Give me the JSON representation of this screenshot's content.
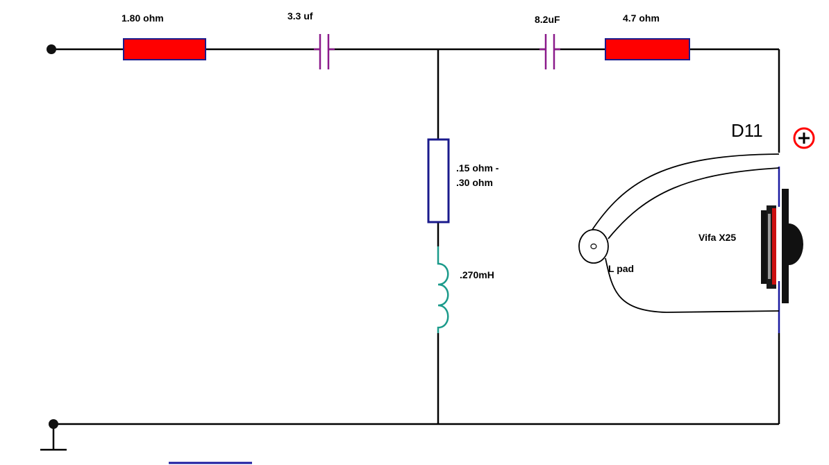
{
  "labels": {
    "r1": "1.80 ohm",
    "c1": "3.3 uf",
    "c2": "8.2uF",
    "r2": "4.7 ohm",
    "r3_line1": ".15 ohm -",
    "r3_line2": ".30 ohm",
    "inductor": ".270mH",
    "driver_id": "D11",
    "driver_name": "Vifa X25",
    "lpad": "L pad",
    "polarity": "+"
  },
  "colors": {
    "wire": "#000000",
    "resistor_series": "#ff0000",
    "resistor_outline": "#1a1a8c",
    "capacitor": "#8b1a8b",
    "inductor": "#1a9a8a",
    "polarity": "#ff0000",
    "speaker_lead": "#1a1aa0"
  }
}
